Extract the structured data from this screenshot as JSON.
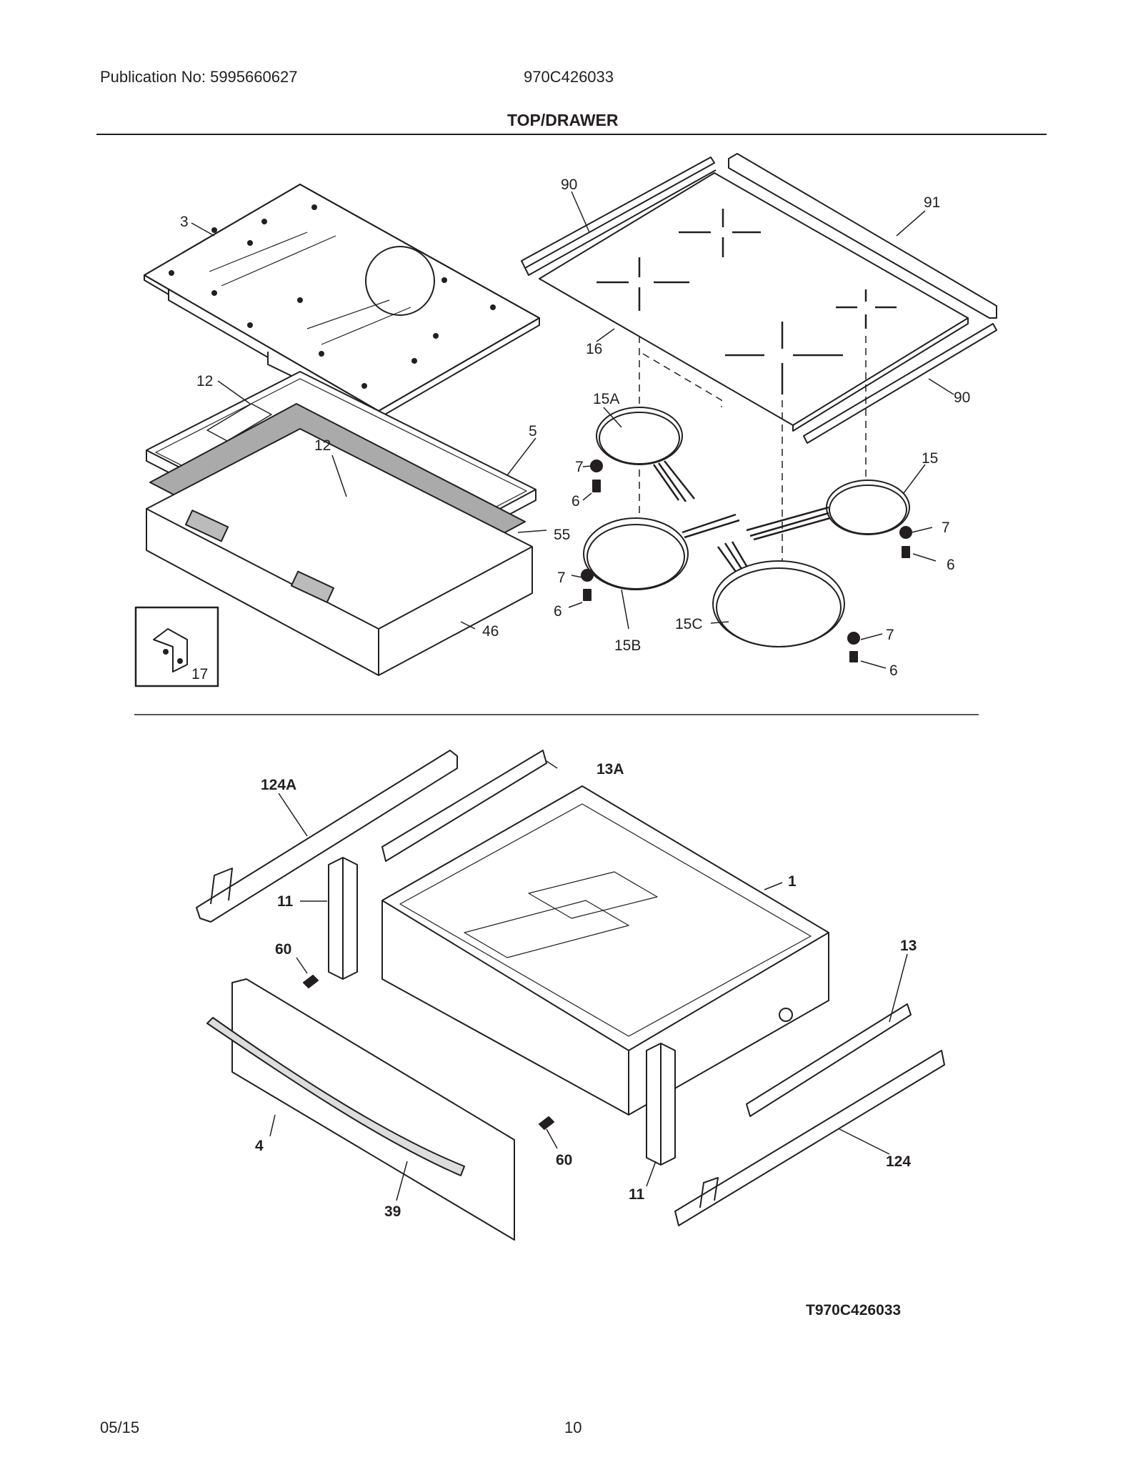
{
  "header": {
    "publication": "Publication No: 5995660627",
    "model": "970C426033",
    "title": "TOP/DRAWER"
  },
  "footer": {
    "date": "05/15",
    "page": "10"
  },
  "diagram_id": "T970C426033",
  "top_callouts": {
    "c3": "3",
    "c12a": "12",
    "c12b": "12",
    "c5": "5",
    "c55": "55",
    "c46": "46",
    "c17": "17",
    "c90a": "90",
    "c91": "91",
    "c16": "16",
    "c90b": "90",
    "c15A": "15A",
    "c7a": "7",
    "c6a": "6",
    "c15": "15",
    "c7b": "7",
    "c6b": "6",
    "c7c": "7",
    "c6c": "6",
    "c15B": "15B",
    "c15C": "15C",
    "c7d": "7",
    "c6d": "6"
  },
  "drawer_callouts": {
    "c124A": "124A",
    "c13A": "13A",
    "c11a": "11",
    "c60a": "60",
    "c1": "1",
    "c13": "13",
    "c4": "4",
    "c39": "39",
    "c60b": "60",
    "c11b": "11",
    "c124": "124"
  }
}
